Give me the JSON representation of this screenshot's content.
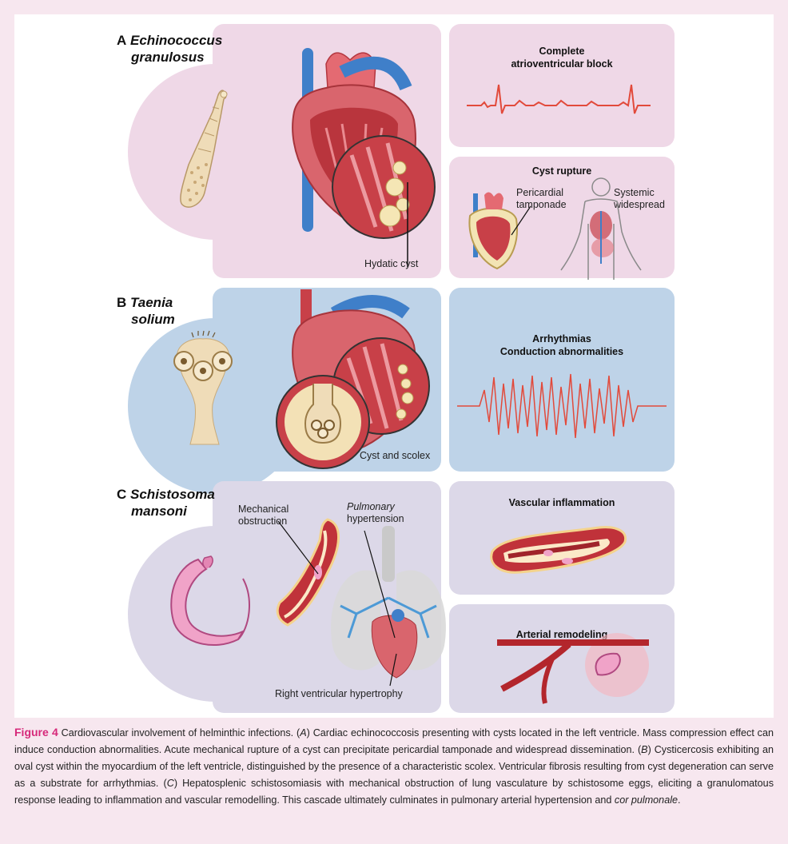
{
  "panels": {
    "a": {
      "letter": "A",
      "species_line1": "Echinococcus",
      "species_line2": "granulosus",
      "cyst_label": "Hydatic cyst"
    },
    "a_right_top": {
      "title_line1": "Complete",
      "title_line2": "atrioventricular block"
    },
    "a_right_bottom": {
      "title": "Cyst rupture",
      "label_left_1": "Pericardial",
      "label_left_2": "tamponade",
      "label_right_1": "Systemic",
      "label_right_2": "widespread"
    },
    "b": {
      "letter": "B",
      "species_line1": "Taenia",
      "species_line2": "solium",
      "cyst_label": "Cyst and scolex"
    },
    "b_right": {
      "title_line1": "Arrhythmias",
      "title_line2": "Conduction abnormalities"
    },
    "c": {
      "letter": "C",
      "species_line1": "Schistosoma",
      "species_line2": "mansoni",
      "label_obstruction_1": "Mechanical",
      "label_obstruction_2": "obstruction",
      "label_pulm_1": "Pulmonary",
      "label_pulm_2": "hypertension",
      "label_rv": "Right ventricular hypertrophy"
    },
    "c_right_top": {
      "title": "Vascular inflammation"
    },
    "c_right_bottom": {
      "title": "Arterial remodeling"
    }
  },
  "caption": {
    "figure_label": "Figure 4",
    "text_1": " Cardiovascular involvement of helminthic infections. (",
    "a_letter": "A",
    "text_2": ") Cardiac echinococcosis presenting with cysts located in the left ventricle. Mass compression effect can induce conduction abnormalities. Acute mechanical rupture of a cyst can precipitate pericardial tamponade and widespread dissemination. (",
    "b_letter": "B",
    "text_3": ") Cysticercosis exhibiting an oval cyst within the myocardium of the left ventricle, distinguished by the presence of a characteristic scolex. Ventricular fibrosis resulting from cyst degeneration can serve as a substrate for arrhythmias. (",
    "c_letter": "C",
    "text_4": ") Hepatosplenic schistosomiasis with mechanical obstruction of lung vasculature by schistosome eggs, eliciting a granulomatous response leading to inflammation and vascular remodelling. This cascade ultimately culminates in pulmonary arterial hypertension and ",
    "cor_pulmonale": "cor pulmonale",
    "text_5": "."
  },
  "colors": {
    "accent": "#d6297a",
    "ecg_red": "#e24a3b",
    "artery_red": "#b3262c"
  },
  "icons": [
    "tapeworm-icon",
    "heart-icon",
    "cyst-magnifier-icon",
    "ecg-trace-icon",
    "human-body-icon",
    "scolex-icon",
    "schistosome-worm-icon",
    "vessel-icon",
    "lungs-icon"
  ]
}
